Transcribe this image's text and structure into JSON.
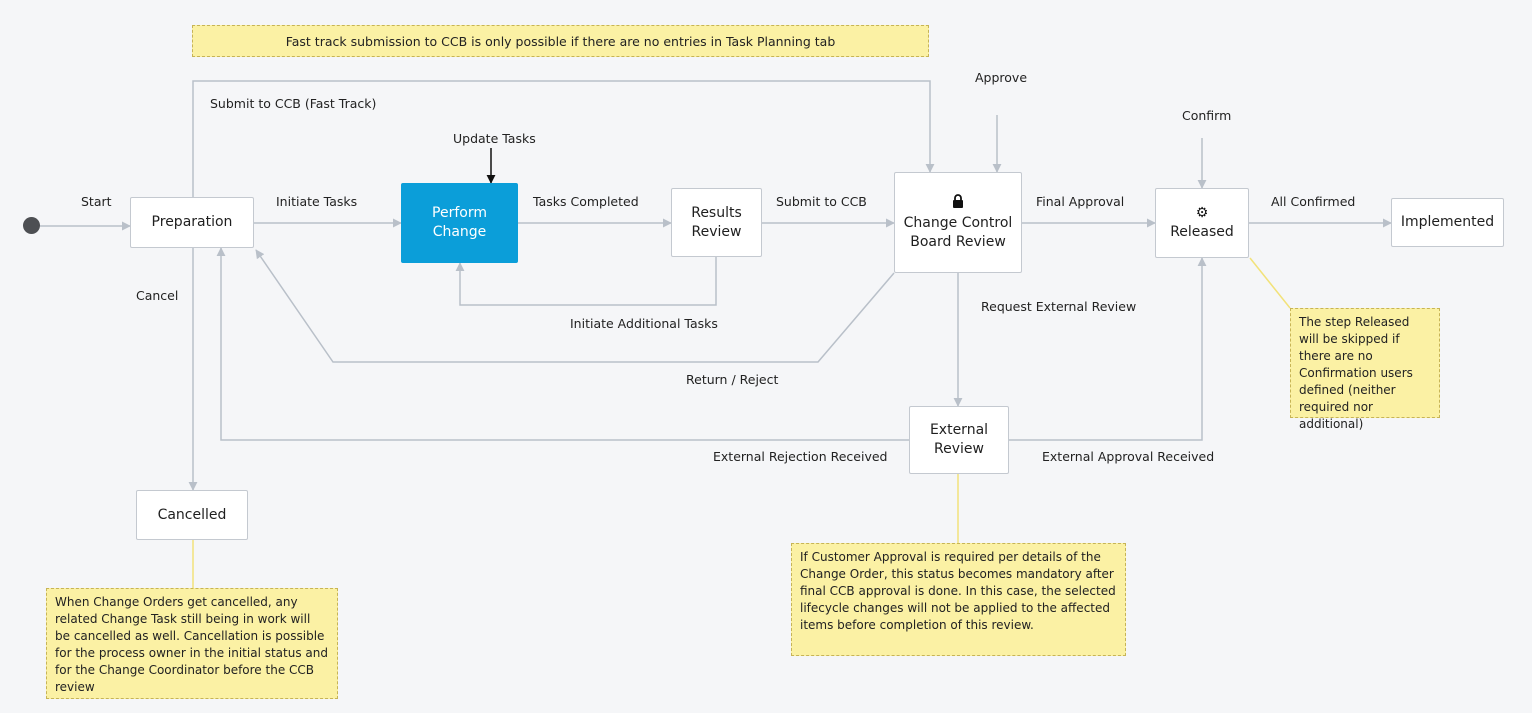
{
  "states": {
    "preparation": "Preparation",
    "perform_change": "Perform Change",
    "results_review": "Results Review",
    "change_control_board_review": "Change Control Board Review",
    "released": "Released",
    "implemented": "Implemented",
    "external_review": "External Review",
    "cancelled": "Cancelled"
  },
  "transitions": {
    "start": "Start",
    "submit_to_ccb_fast_track": "Submit to CCB (Fast Track)",
    "initiate_tasks": "Initiate Tasks",
    "update_tasks": "Update Tasks",
    "tasks_completed": "Tasks Completed",
    "submit_to_ccb": "Submit to CCB",
    "approve": "Approve",
    "final_approval": "Final Approval",
    "confirm": "Confirm",
    "all_confirmed": "All Confirmed",
    "cancel": "Cancel",
    "initiate_additional_tasks": "Initiate Additional Tasks",
    "request_external_review": "Request External Review",
    "return_reject": "Return / Reject",
    "external_rejection_received": "External Rejection Received",
    "external_approval_received": "External Approval Received"
  },
  "notes": {
    "fast_track": "Fast track submission to CCB is only possible if there are no entries in Task Planning tab",
    "released_skip": "The step Released will be skipped if there are no Confirmation users defined (neither required nor additional)",
    "customer_approval": "If Customer Approval is required per details of the Change Order, this status becomes mandatory after final CCB approval is done. In this case, the selected lifecycle changes will not be applied to the affected items before completion of this review.",
    "cancellation": "When Change Orders get cancelled, any related Change Task still being in work will be cancelled as well. Cancellation is possible for the process owner in the initial status and for the Change Coordinator before the CCB review"
  },
  "icons": {
    "ccb_review": "lock-icon",
    "released": "gear-icon"
  },
  "colors": {
    "active_state": "#0b9ed9",
    "edge": "#b9c0c9",
    "note_fill": "#fbf1a4",
    "background": "#f5f6f8"
  }
}
